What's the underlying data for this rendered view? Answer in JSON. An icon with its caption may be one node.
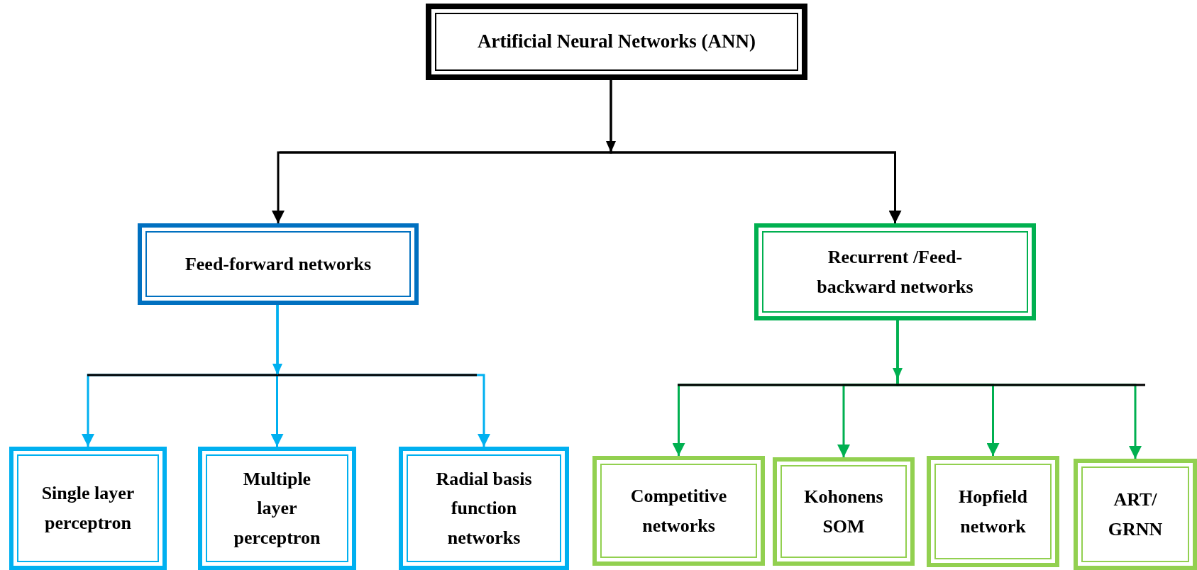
{
  "diagram": {
    "nodes": [
      {
        "text": [
          "Artificial Neural Networks (ANN)"
        ]
      },
      {
        "text": [
          "Feed-forward networks"
        ]
      },
      {
        "text": [
          "Recurrent /Feed-backward networks"
        ]
      },
      {
        "text": [
          "Single layer perceptron"
        ]
      },
      {
        "text": [
          "Multiple layer perceptron"
        ]
      },
      {
        "text": [
          "Radial basis function networks"
        ]
      },
      {
        "text": [
          "Competitive networks"
        ]
      },
      {
        "text": [
          "Kohonens SOM"
        ]
      },
      {
        "text": [
          "Hopfield network"
        ]
      },
      {
        "text": [
          "ART/ GRNN"
        ]
      }
    ],
    "edges": [
      {
        "from": 0,
        "to": 1,
        "arrow": "to",
        "color": "#000000"
      },
      {
        "from": 0,
        "to": 2,
        "arrow": "to",
        "color": "#000000"
      },
      {
        "from": 1,
        "to": 3,
        "arrow": "to",
        "color": "#00b0f0"
      },
      {
        "from": 1,
        "to": 4,
        "arrow": "to",
        "color": "#00b0f0"
      },
      {
        "from": 1,
        "to": 5,
        "arrow": "to",
        "color": "#00b0f0"
      },
      {
        "from": 2,
        "to": 6,
        "arrow": "to",
        "color": "#00b050"
      },
      {
        "from": 2,
        "to": 7,
        "arrow": "to",
        "color": "#00b050"
      },
      {
        "from": 2,
        "to": 8,
        "arrow": "to",
        "color": "#00b050"
      },
      {
        "from": 2,
        "to": 9,
        "arrow": "to",
        "color": "#00b050"
      }
    ]
  }
}
